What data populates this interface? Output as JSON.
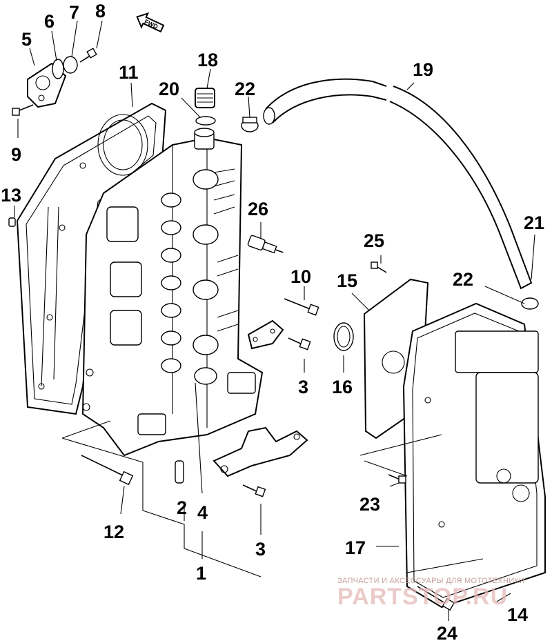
{
  "diagram": {
    "callouts": [
      {
        "id": "c1",
        "label": "1"
      },
      {
        "id": "c2",
        "label": "2"
      },
      {
        "id": "c3a",
        "label": "3"
      },
      {
        "id": "c3b",
        "label": "3"
      },
      {
        "id": "c4",
        "label": "4"
      },
      {
        "id": "c5",
        "label": "5"
      },
      {
        "id": "c6",
        "label": "6"
      },
      {
        "id": "c7",
        "label": "7"
      },
      {
        "id": "c8",
        "label": "8"
      },
      {
        "id": "c9",
        "label": "9"
      },
      {
        "id": "c10",
        "label": "10"
      },
      {
        "id": "c11",
        "label": "11"
      },
      {
        "id": "c12",
        "label": "12"
      },
      {
        "id": "c13",
        "label": "13"
      },
      {
        "id": "c14",
        "label": "14"
      },
      {
        "id": "c15",
        "label": "15"
      },
      {
        "id": "c16",
        "label": "16"
      },
      {
        "id": "c17",
        "label": "17"
      },
      {
        "id": "c18",
        "label": "18"
      },
      {
        "id": "c19",
        "label": "19"
      },
      {
        "id": "c20",
        "label": "20"
      },
      {
        "id": "c21",
        "label": "21"
      },
      {
        "id": "c22a",
        "label": "22"
      },
      {
        "id": "c22b",
        "label": "22"
      },
      {
        "id": "c23",
        "label": "23"
      },
      {
        "id": "c24",
        "label": "24"
      },
      {
        "id": "c25",
        "label": "25"
      },
      {
        "id": "c26",
        "label": "26"
      }
    ],
    "direction_marker": "FWD"
  },
  "watermark": {
    "tagline": "ЗАПЧАСТИ И АКСЕССУАРЫ ДЛЯ МОТОТЕХНИКИ",
    "logo": "PARTSTOP.RU",
    "color": "#e5b9b9"
  }
}
